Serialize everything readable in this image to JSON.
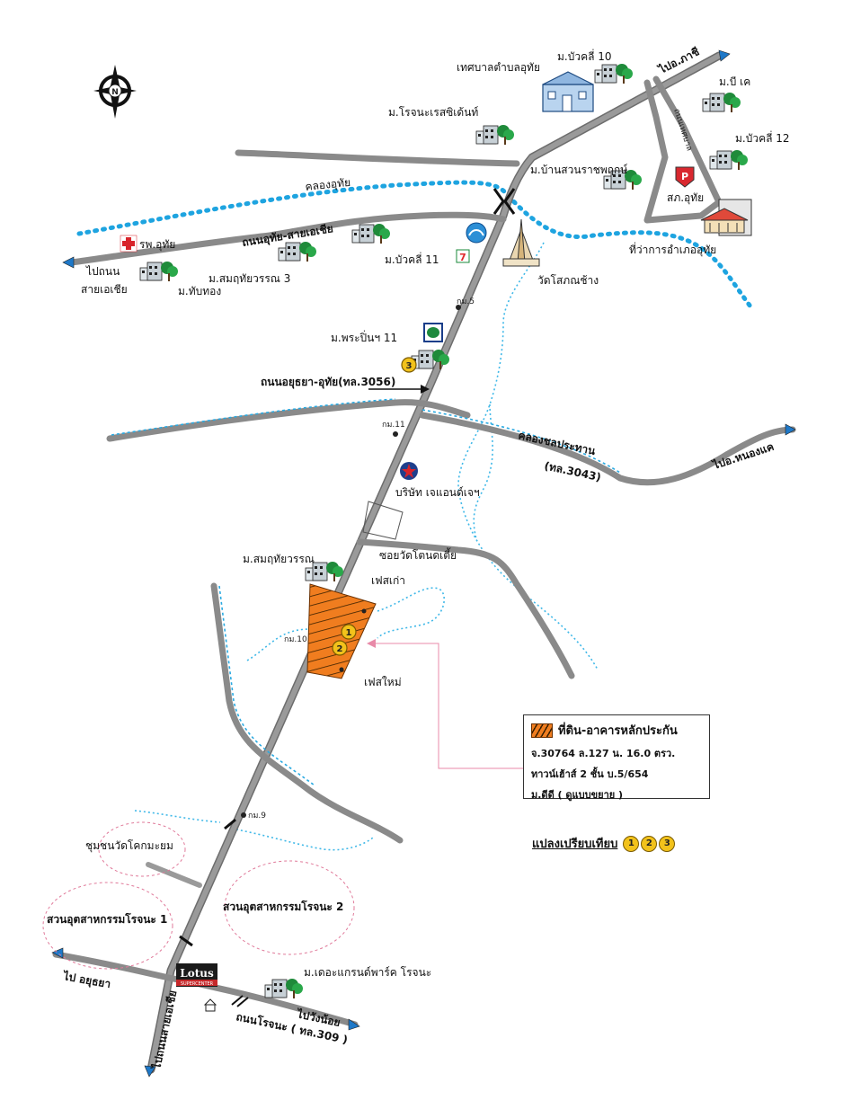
{
  "compass": {
    "label": "N"
  },
  "roads": {
    "to_phachi": "ไปอ.ภาชี",
    "thetsaban_road": "ถนนเทศบาล",
    "uthai_asia": "ถนนอุทัย-สายเอเชีย",
    "to_asia": "ไปถนน",
    "to_asia_2": "สายเอเชีย",
    "ayutthaya_uthai": "ถนนอยุธยา-อุทัย(ทล.3056)",
    "chonprathan_road": "(ทล.3043)",
    "to_nong_khae": "ไปอ.หนองแค",
    "soi_wat": "ซอยวัดโตนดเตี้ย",
    "to_ayutthaya": "ไป อยุธยา",
    "rojana_road": "ถนนโรจนะ ( ทล.309 )",
    "to_wang_noi": "ไปวังน้อย",
    "to_asia_road": "ไปถนนสายเอเชีย"
  },
  "canals": {
    "khlong_uthai": "คลองอุทัย",
    "khlong_chonprathan": "คลองชลประทาน"
  },
  "markers": {
    "km5": "กม.5",
    "km11": "กม.11",
    "km10": "กม.10",
    "km9": "กม.9"
  },
  "places": {
    "thetsaban": "เทศบาลตำบลอุทัย",
    "buakhli10": "ม.บัวคลี่ 10",
    "bk": "ม.บี เค",
    "buakhli12": "ม.บัวคลี่ 12",
    "rojana_residence": "ม.โรจนะเรสซิเด้นท์",
    "baan_suan": "ม.บ้านสวนราชพฤกษ์",
    "police": "สภ.อุทัย",
    "district_office": "ที่ว่าการอำเภออุทัย",
    "hospital": "รพ.อุทัย",
    "sommut3": "ม.สมฤทัยวรรณ 3",
    "buakhli11": "ม.บัวคลี่ 11",
    "thapthong": "ม.ทับทอง",
    "wat_sotsakchang": "วัดโสภณช้าง",
    "prapin11": "ม.พระปิ่นฯ 11",
    "company": "บริษัท เจแอนด์เจฯ",
    "sommut": "ม.สมฤทัยวรรณ",
    "phase_old": "เฟสเก่า",
    "phase_new": "เฟสใหม่",
    "community": "ชุมชนวัดโคกมะยม",
    "rojana_ind1": "สวนอุตสาหกรรมโรจนะ 1",
    "rojana_ind2": "สวนอุตสาหกรรมโรจนะ 2",
    "lotus": "Lotus",
    "lotus_sub": "SUPERCENTER",
    "grand_park": "ม.เดอะแกรนด์พาร์ค โรจนะ"
  },
  "badges": [
    "1",
    "2",
    "3"
  ],
  "legend": {
    "title": "ที่ดิน-อาคารหลักประกัน",
    "line1": "จ.30764 ล.127 น. 16.0 ตรว.",
    "line2": "ทาวน์เฮ้าส์ 2 ชั้น บ.5/654",
    "line3": "ม.ดีดี ( ดูแบบขยาย )"
  },
  "compare": {
    "label": "แปลงเปรียบเทียบ"
  },
  "colors": {
    "road": "#8a8a8a",
    "canal": "#1ea4e0",
    "collateral": "#f07d1f",
    "badge": "#f2c21b",
    "pointer": "#e88aa8"
  }
}
